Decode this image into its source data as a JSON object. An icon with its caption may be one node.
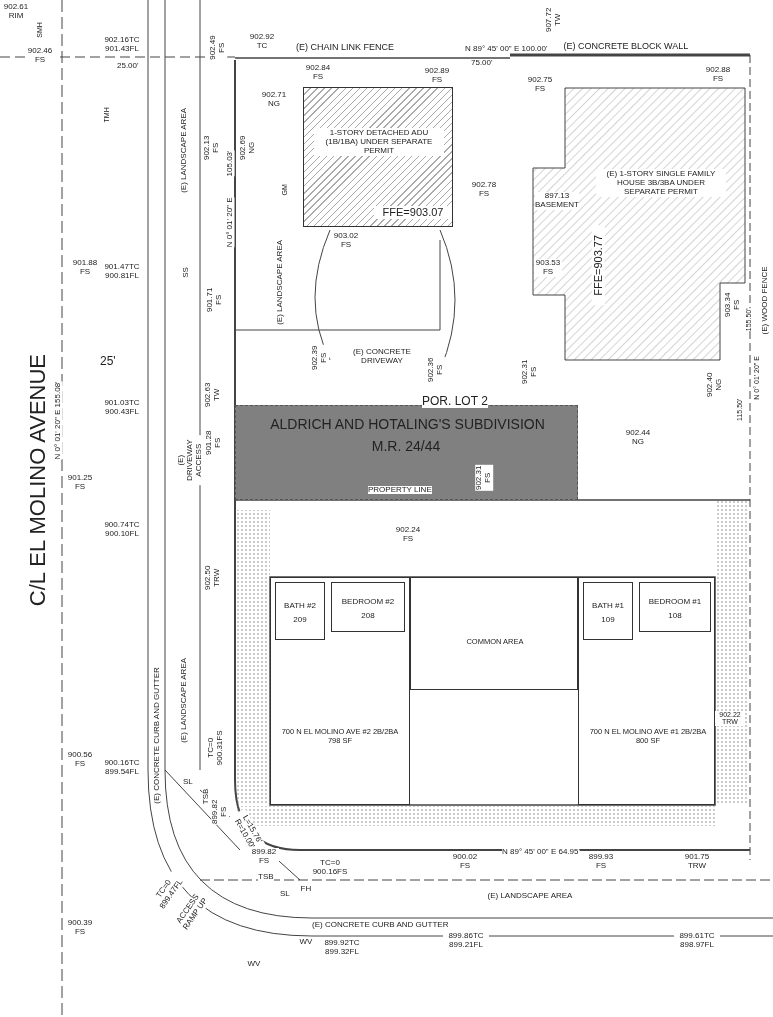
{
  "diagram": {
    "nodes": [
      {
        "text": [
          "1-STORY DETACHED ADU (1B/1BA) UNDER SEPARATE PERMIT",
          "FFE=903.07"
        ]
      },
      {
        "text": [
          "(E) 1-STORY SINGLE FAMILY HOUSE 3B/3BA UNDER SEPARATE PERMIT",
          "FFE=903.77"
        ]
      },
      {
        "text": [
          "ALDRICH AND HOTALING'S SUBDIVISION",
          "M.R. 24/44"
        ]
      },
      {
        "text": [
          "700 N EL MOLINO AVE #2 2B/2BA 798 SF"
        ]
      },
      {
        "text": [
          "BATH #2",
          "209"
        ],
        "in": 3
      },
      {
        "text": [
          "BEDROOM #2",
          "208"
        ],
        "in": 3
      },
      {
        "text": [
          "COMMON AREA"
        ]
      },
      {
        "text": [
          "700 N EL MOLINO AVE #1 2B/2BA 800 SF"
        ]
      },
      {
        "text": [
          "BATH #1",
          "109"
        ],
        "in": 7
      },
      {
        "text": [
          "BEDROOM #1",
          "108"
        ],
        "in": 7
      }
    ],
    "labels": [
      "902.61 RIM",
      "SMH",
      "902.46 FS",
      "902.16TC 901.43FL",
      "25.00'",
      "TMH",
      "(E) LANDSCAPE AREA",
      "902.49 FS",
      "902.92 TC",
      "(E) CHAIN LINK FENCE",
      "N 89° 45' 00\" E 100.00'",
      "75.00'",
      "907.72 TW",
      "(E) CONCRETE BLOCK WALL",
      "902.84 FS",
      "902.89 FS",
      "902.75 FS",
      "902.88 FS",
      "902.71 NG",
      "902.13 FS",
      "902.69 NG",
      "105.03'",
      "N 0° 01' 20\" E",
      "GM",
      "902.78 FS",
      "897.13 BASEMENT",
      "903.02 FS",
      "901.88 FS",
      "901.47TC 900.81FL",
      "SS",
      "901.71 FS",
      "(E) LANDSCAPE AREA",
      "903.53 FS",
      "903.34 FS",
      "155.50'",
      "(E) WOOD FENCE",
      "C/L EL MOLINO AVENUE",
      "N 0° 01' 20\" E 155.08'",
      "25'",
      "902.39 FS",
      "(E) CONCRETE DRIVEWAY",
      "902.63 TW",
      "902.36 FS",
      "902.31 FS",
      "902.40 NG",
      "N 0° 01' 20\" E",
      "115.50'",
      "POR. LOT 2",
      "901.03TC 900.43FL",
      "901.28 FS",
      "(E) DRIVEWAY ACCESS",
      "902.44 NG",
      "902.31 FS",
      "901.25 FS",
      "PROPERTY LINE",
      "900.74TC 900.10FL",
      "902.24 FS",
      "902.50 TRW",
      "902.22 TRW",
      "(E) CONCRETE CURB AND GUTTER",
      "(E) LANDSCAPE AREA",
      "900.56 FS",
      "900.16TC 899.54FL",
      "TC=0 900.31FS",
      "SL",
      "TSB",
      "899.82 FS",
      "L=15.76' R=10.00'",
      "899.82 FS",
      "TC=0 900.16FS",
      "TSB",
      "SL",
      "FH",
      "TC=0 899.47FL",
      "ACCESS RAMP UP",
      "900.02 FS",
      "N 89° 45' 00\" E 64.95'",
      "899.93 FS",
      "901.75 TRW",
      "(E) LANDSCAPE AREA",
      "(E) CONCRETE CURB AND GUTTER",
      "WV",
      "899.92TC 899.32FL",
      "899.86TC 899.21FL",
      "899.61TC 898.97FL",
      "900.39 FS",
      "WV"
    ]
  }
}
